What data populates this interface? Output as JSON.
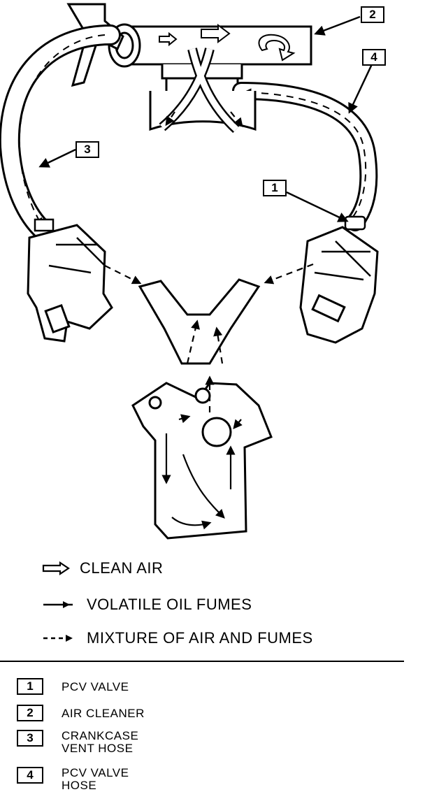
{
  "callouts": [
    {
      "number": "2"
    },
    {
      "number": "4"
    },
    {
      "number": "3"
    },
    {
      "number": "1"
    }
  ],
  "legend": {
    "items": [
      {
        "label": "CLEAN AIR",
        "icon": "hollow-arrow-icon"
      },
      {
        "label": "VOLATILE OIL FUMES",
        "icon": "solid-line-arrow-icon"
      },
      {
        "label": "MIXTURE OF AIR AND FUMES",
        "icon": "dashed-line-arrow-icon"
      }
    ]
  },
  "key": {
    "items": [
      {
        "number": "1",
        "label": "PCV VALVE"
      },
      {
        "number": "2",
        "label": "AIR CLEANER"
      },
      {
        "number": "3",
        "label": "CRANKCASE\nVENT HOSE"
      },
      {
        "number": "4",
        "label": "PCV VALVE\nHOSE"
      }
    ]
  },
  "colors": {
    "ink": "#000000",
    "paper": "#ffffff"
  }
}
